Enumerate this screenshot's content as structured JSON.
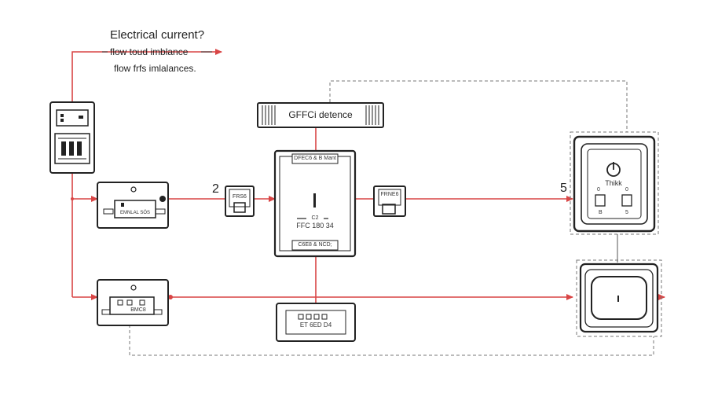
{
  "header": {
    "title": "Electrical current?",
    "line1": "flow toud imblance",
    "line2": "flow frfs imlalances."
  },
  "gfci_bar": {
    "label": "GFFCi detence"
  },
  "center_module": {
    "top_label": "DFEC6 & B Mant",
    "mid_code": "C2",
    "mid_label": "FFC 180 34",
    "bottom_label": "C6E8 & NCD;"
  },
  "left_module_1": {
    "label": "EMNLAL SÖS"
  },
  "left_module_2": {
    "label": "BMC8"
  },
  "small_box_left": {
    "label": "FRS6",
    "number": "2"
  },
  "small_box_right": {
    "label": "FRNE6"
  },
  "bottom_panel": {
    "label": "ET 6ED D4"
  },
  "outlet_top": {
    "number": "5",
    "label": "Thikk",
    "left_slot": "0",
    "right_slot": "0",
    "left_bottom": "B",
    "right_bottom": "5"
  },
  "outlet_bottom": {
    "label": "I"
  },
  "colors": {
    "wire": "#d94545",
    "line": "#333333",
    "dashed": "#777777"
  }
}
